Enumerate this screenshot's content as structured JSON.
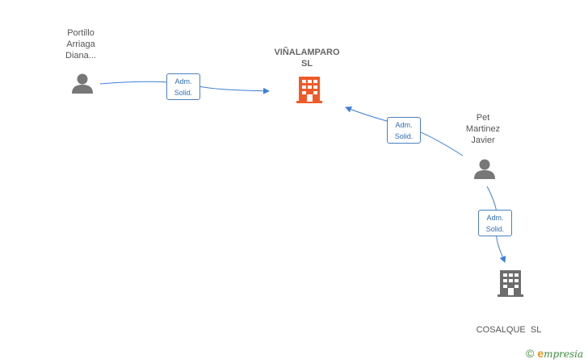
{
  "nodes": {
    "company_main": {
      "name_lines": [
        "VIÑALAMPARO",
        "SL"
      ],
      "color": "#f05a28"
    },
    "person_portillo": {
      "name_lines": [
        "Portillo",
        "Arriaga",
        "Diana..."
      ]
    },
    "person_pet": {
      "name_lines": [
        "Pet",
        "Martinez",
        "Javier"
      ]
    },
    "company_cosalque": {
      "name_lines": [
        "COSALQUE  SL"
      ],
      "color": "#6d6d6d"
    }
  },
  "edges": [
    {
      "label_lines": [
        "Adm.",
        "Solid."
      ]
    },
    {
      "label_lines": [
        "Adm.",
        "Solid."
      ]
    },
    {
      "label_lines": [
        "Adm.",
        "Solid."
      ]
    }
  ],
  "watermark": {
    "copyright_symbol": "©",
    "brand_initial": "e",
    "brand_rest": "mpresia"
  },
  "colors": {
    "edge": "#3d7fd6",
    "person_icon": "#777777"
  }
}
